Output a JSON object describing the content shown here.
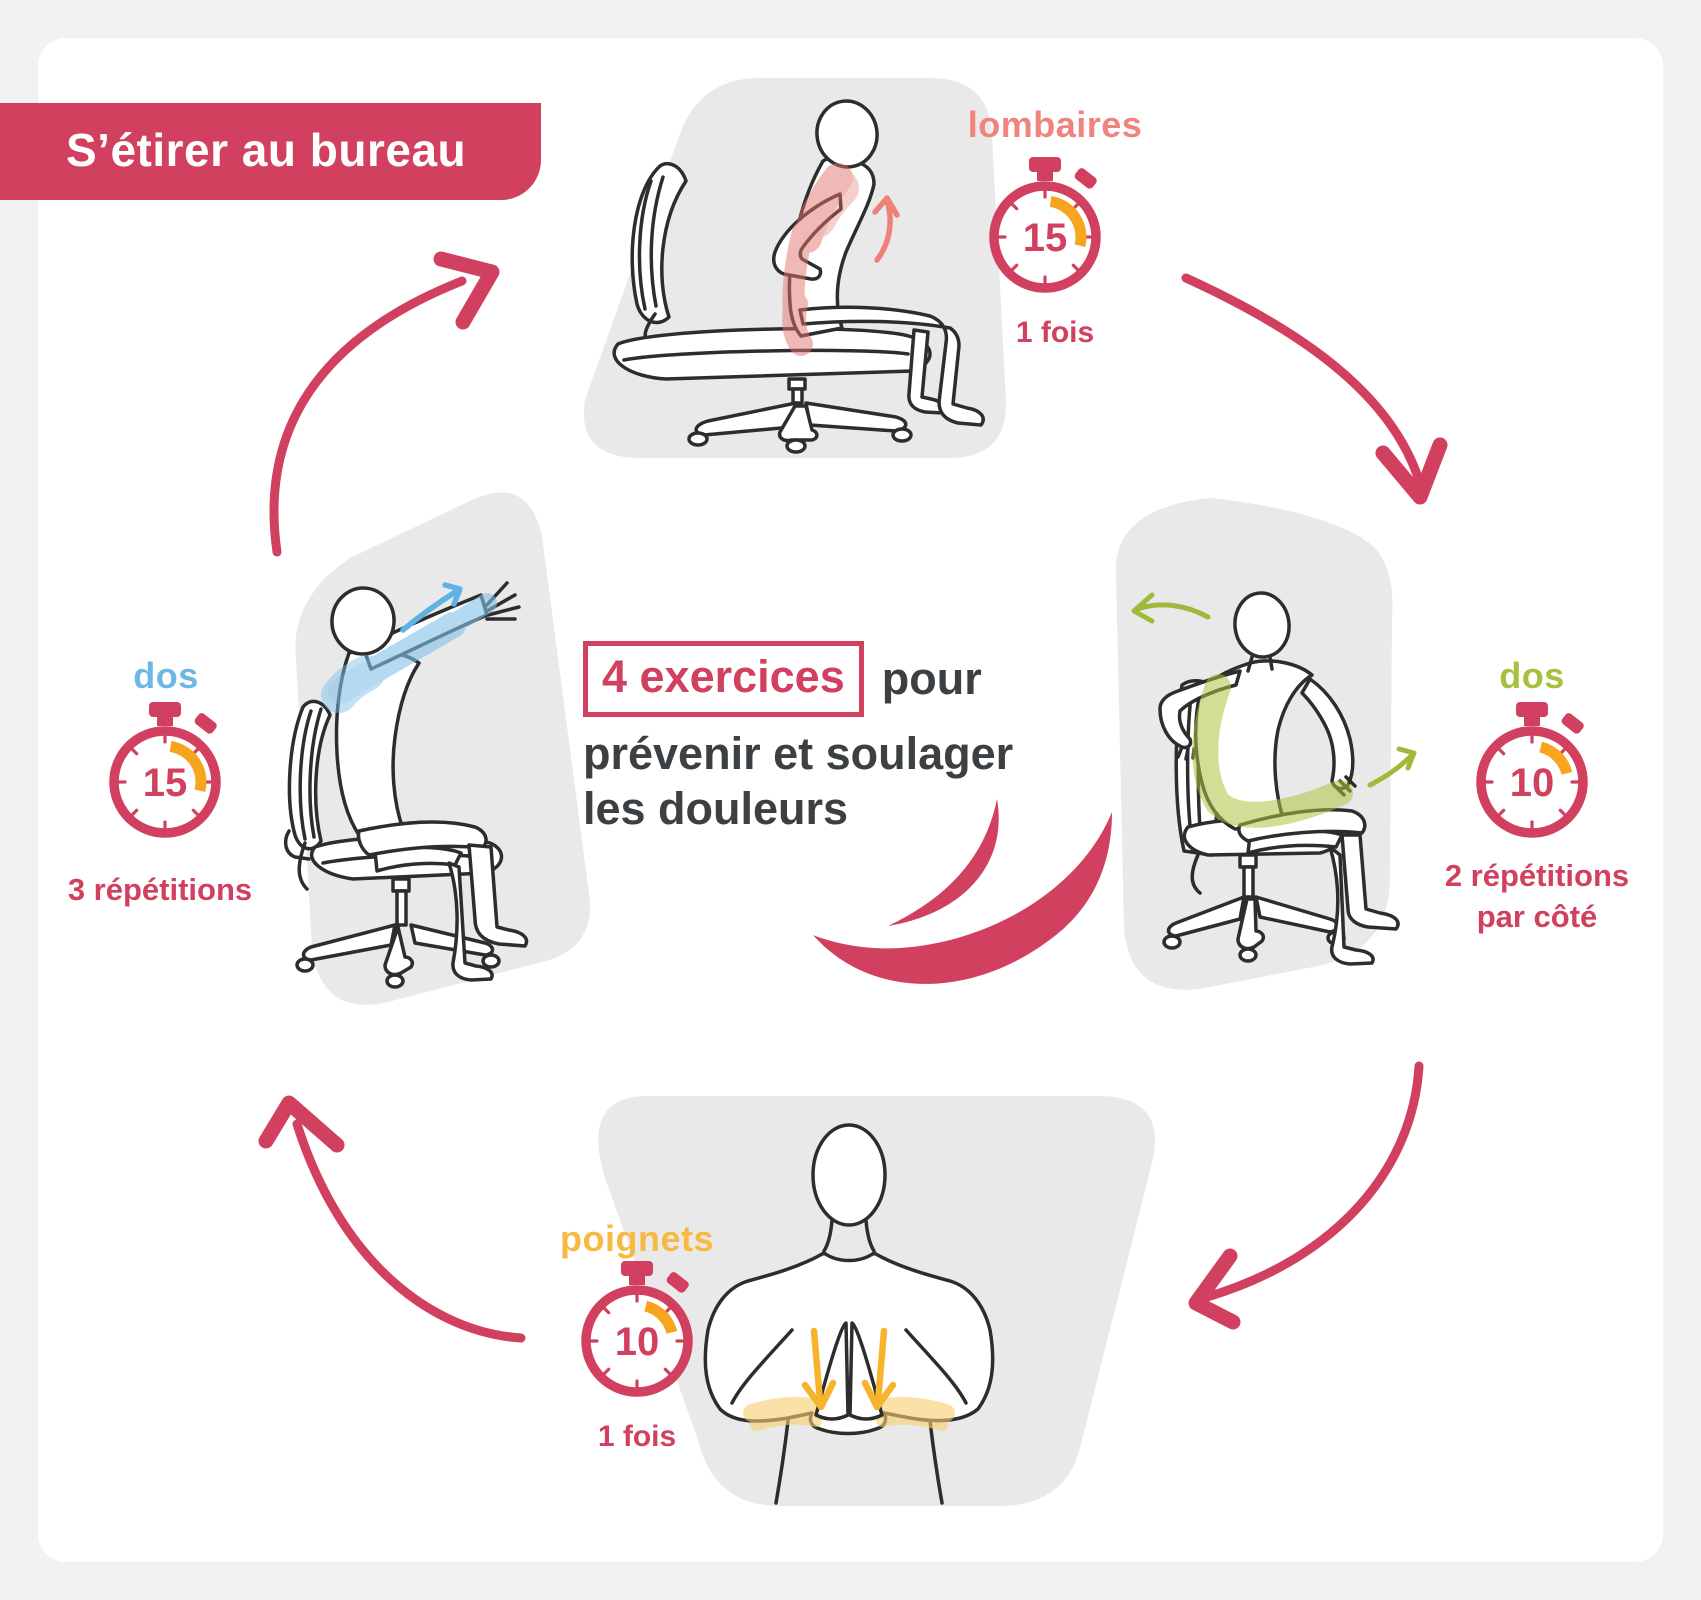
{
  "title": "S’étirer au bureau",
  "center": {
    "highlighted": "4 exercices",
    "after": "pour",
    "line2": "prévenir et soulager",
    "line3": "les douleurs"
  },
  "exercises": {
    "top": {
      "zone": "lombaires",
      "duration": "15",
      "frequency": "1 fois",
      "zone_color": "#f0837c"
    },
    "right": {
      "zone": "dos",
      "duration": "10",
      "frequency": "2 répétitions",
      "frequency_line2": "par côté",
      "zone_color": "#a5c13d"
    },
    "bottom": {
      "zone": "poignets",
      "duration": "10",
      "frequency": "1 fois",
      "zone_color": "#f7b93f"
    },
    "left": {
      "zone": "dos",
      "duration": "15",
      "frequency": "3 répétitions",
      "zone_color": "#6cb8e5"
    }
  },
  "colors": {
    "primary_pink": "#d2405f",
    "timer_arc_orange": "#f7a41f",
    "dark_text": "#3c4042",
    "blob_gray": "#e9e9ea",
    "page_margin": "#f1f2f3"
  },
  "icons": {
    "stopwatch": "stopwatch-icon",
    "cycle_arrows": "curved-cycle-arrow",
    "logo": "double-crescent-logo"
  }
}
